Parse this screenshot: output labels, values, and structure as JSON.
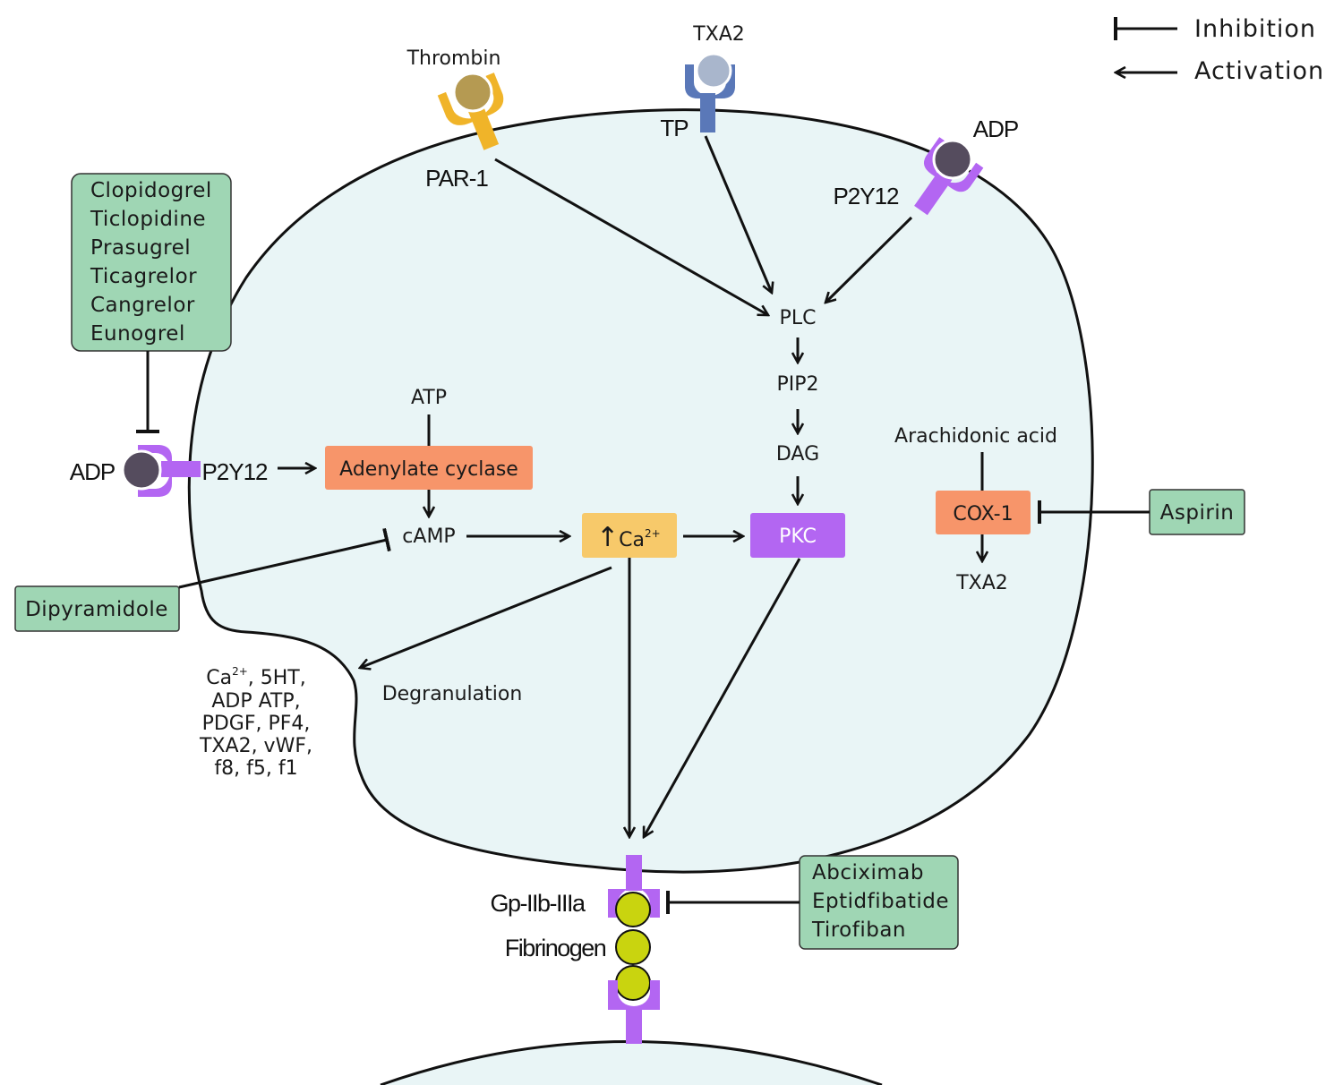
{
  "legend": {
    "inhibition": "Inhibition",
    "activation": "Activation"
  },
  "receptors": {
    "thrombin": {
      "ligand": "Thrombin",
      "receptor": "PAR-1"
    },
    "txa2": {
      "ligand": "TXA2",
      "receptor": "TP"
    },
    "adp_top": {
      "ligand": "ADP",
      "receptor": "P2Y12"
    },
    "adp_left": {
      "ligand": "ADP",
      "receptor": "P2Y12"
    }
  },
  "pathway": {
    "plc": "PLC",
    "pip2": "PIP2",
    "dag": "DAG",
    "pkc": "PKC",
    "atp": "ATP",
    "adenylate_cyclase": "Adenylate cyclase",
    "camp": "cAMP",
    "ca_arrow": "↑",
    "ca_base": "Ca",
    "ca_sup": "2+",
    "arachidonic_acid": "Arachidonic acid",
    "cox1": "COX-1",
    "txa2_out": "TXA2",
    "degranulation": "Degranulation",
    "gp": "Gp-IIb-IIIa",
    "fibrinogen": "Fibrinogen"
  },
  "granule": {
    "line1_base": "Ca",
    "line1_sup": "2+",
    "line1_rest": ", 5HT,",
    "line2": "ADP ATP,",
    "line3": "PDGF, PF4,",
    "line4": "TXA2, vWF,",
    "line5": "f8, f5, f1"
  },
  "drugs": {
    "p2y12_inhibitors": [
      "Clopidogrel",
      "Ticlopidine",
      "Prasugrel",
      "Ticagrelor",
      "Cangrelor",
      "Eunogrel"
    ],
    "dipyramidole": "Dipyramidole",
    "aspirin": "Aspirin",
    "gp_inhibitors": [
      "Abciximab",
      "Eptidfibatide",
      "Tirofiban"
    ]
  },
  "colors": {
    "cell_fill": "#e9f5f6",
    "orange": "#f7956a",
    "yellow": "#f7c96a",
    "purple": "#b366f2",
    "green_box": "#9fd6b4",
    "thrombin": "#b59a52",
    "thrombin_receptor": "#f0b429",
    "txa2_ligand": "#a9b6cc",
    "tp_receptor": "#5a78b8",
    "adp_ligand": "#554c5e",
    "fibrinogen": "#c9d40f"
  }
}
